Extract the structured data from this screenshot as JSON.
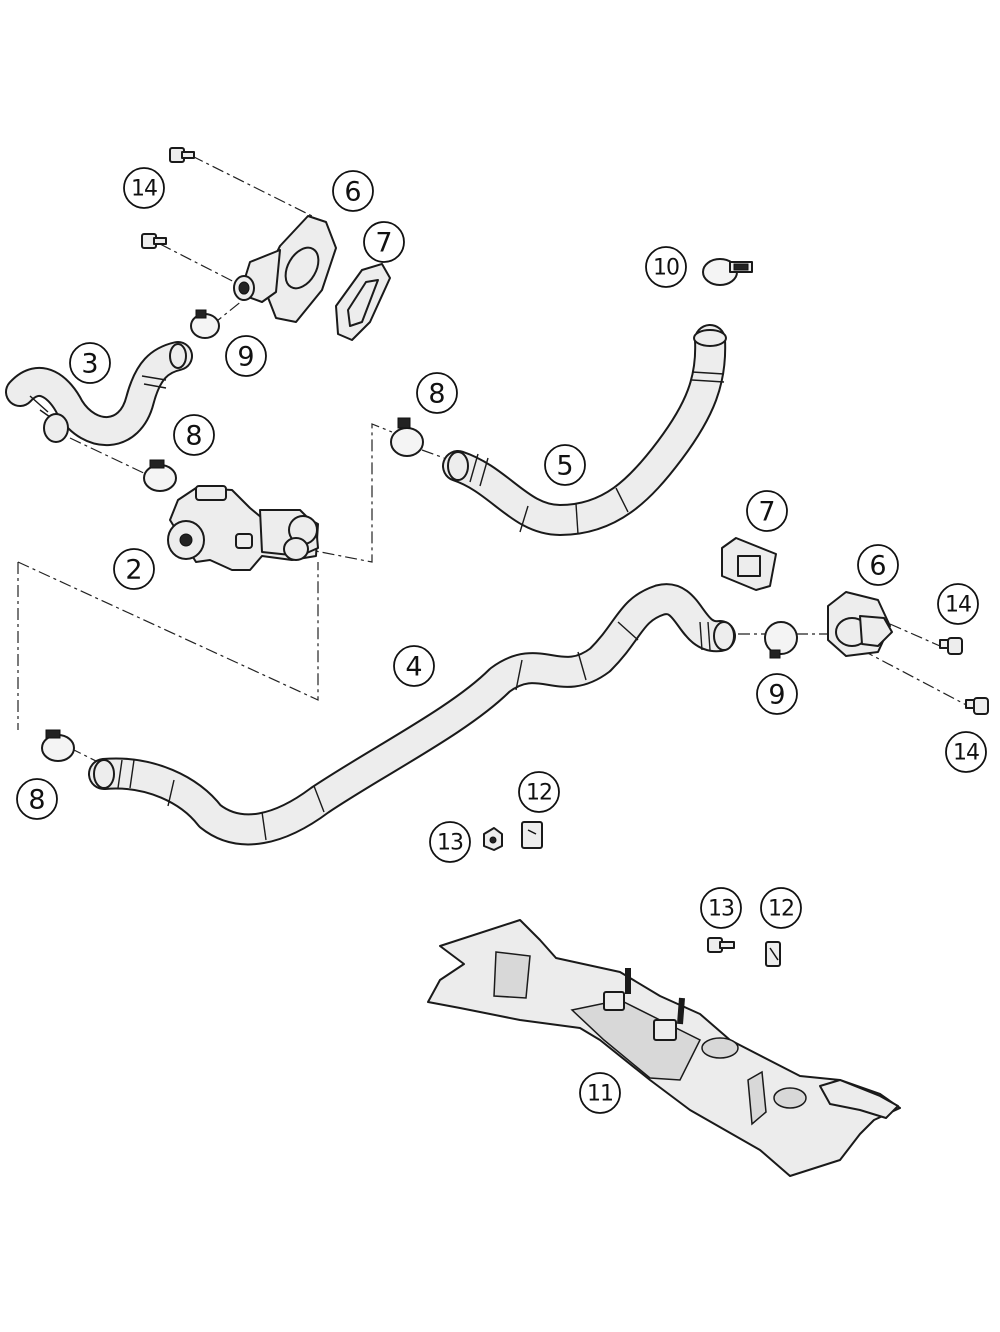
{
  "callouts": {
    "c2": "2",
    "c3": "3",
    "c4": "4",
    "c5": "5",
    "c6a": "6",
    "c6b": "6",
    "c7a": "7",
    "c7b": "7",
    "c8a": "8",
    "c8b": "8",
    "c8c": "8",
    "c9a": "9",
    "c9b": "9",
    "c10": "10",
    "c11": "11",
    "c12a": "12",
    "c12b": "12",
    "c13a": "13",
    "c13b": "13",
    "c14a": "14",
    "c14b": "14",
    "c14c": "14"
  }
}
